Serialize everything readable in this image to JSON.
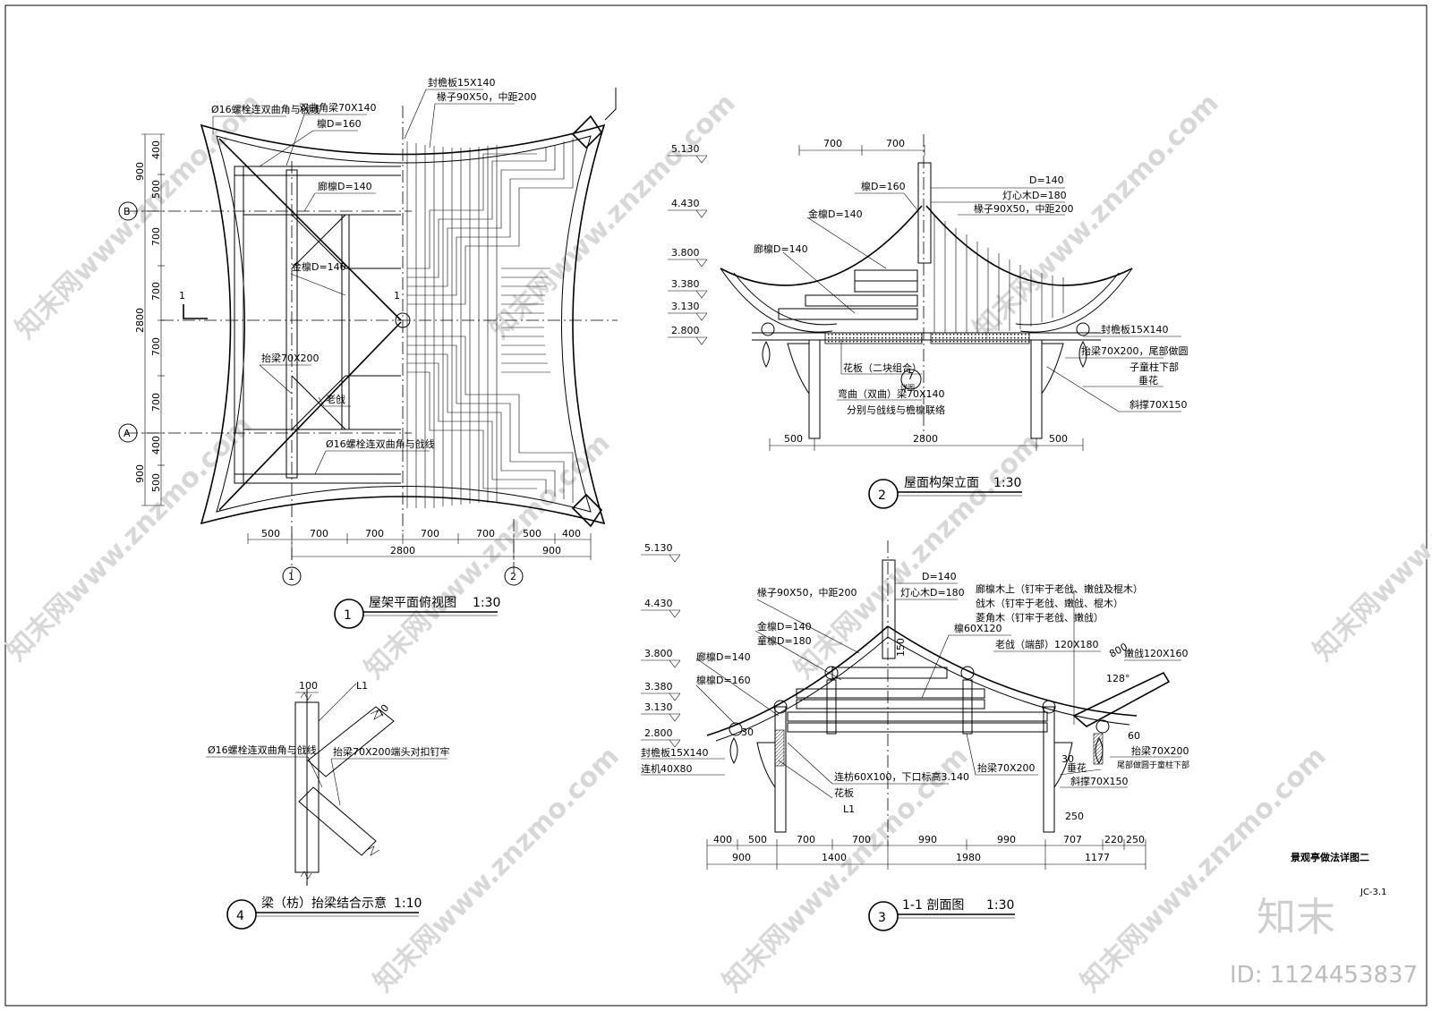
{
  "sheet": {
    "title": "景观亭做法详图二",
    "code": "JC-3.1",
    "watermark_brand": "知末",
    "watermark_site": "知末网www.znzmo.com",
    "id_text": "ID: 1124453837"
  },
  "drawings": [
    {
      "number": "1",
      "title": "屋架平面俯视图",
      "scale": "1:30",
      "labels": {
        "bolt_top": "Ø16螺栓连双曲角与戗线",
        "corner_beam": "双曲角梁70X140",
        "purlin160": "檩D=160",
        "fascia": "封檐板15X140",
        "rafter": "椽子90X50，中距200",
        "purlin140": "廊檩D=140",
        "gold_purlin": "金檩D=140",
        "beam": "抬梁70X200",
        "old_gang": "老戗",
        "bolt_bottom": "Ø16螺栓连双曲角与戗线",
        "section_mark": "1",
        "center_mark": "1"
      },
      "axes": {
        "B": "B",
        "A": "A",
        "one": "1",
        "two": "2"
      },
      "dims_bottom": [
        "500",
        "700",
        "700",
        "700",
        "700",
        "500",
        "400"
      ],
      "dims_total": [
        "2800",
        "900"
      ],
      "dims_left": [
        "400",
        "500",
        "700",
        "700",
        "700",
        "700",
        "400",
        "500"
      ],
      "dims_left_total": [
        "900",
        "2800",
        "900"
      ]
    },
    {
      "number": "2",
      "title": "屋面构架立面",
      "scale": "1:30",
      "levels": [
        "5.130",
        "4.430",
        "3.800",
        "3.380",
        "3.130",
        "2.800"
      ],
      "dims_top": [
        "700",
        "700"
      ],
      "dims_bottom": [
        "500",
        "2800",
        "500"
      ],
      "labels": {
        "d140": "D=140",
        "purlin160": "檩D=160",
        "lamp_core": "灯心木D=180",
        "gold_purlin": "金檩D=140",
        "rafter": "椽子90X50，中距200",
        "corridor_purlin": "廊檩D=140",
        "fascia": "封檐板15X140",
        "beam": "抬梁70X200，尾部做圆",
        "post_bottom": "子童柱下部",
        "hanging_flower": "垂花",
        "brace": "斜撑70X150",
        "flower_board": "花板（二块组合）",
        "curved_beam": "弯曲（双曲）梁70X140",
        "note": "分别与戗线与檐檩联络",
        "detail_num": "7",
        "detail_ref": "详图"
      }
    },
    {
      "number": "3",
      "title": "1-1 剖面图",
      "scale": "1:30",
      "levels": [
        "5.130",
        "4.430",
        "3.800",
        "3.380",
        "3.130",
        "2.800"
      ],
      "dims_bottom": [
        "400",
        "500",
        "700",
        "700",
        "990",
        "990",
        "707",
        "220",
        "250"
      ],
      "dims_total": [
        "900",
        "1400",
        "1980",
        "1177"
      ],
      "labels": {
        "d140": "D=140",
        "rafter": "椽子90X50，中距200",
        "lamp_core": "灯心木D=180",
        "note1": "廊檩木上（钉牢于老戗、嫩戗及棍木）",
        "note2": "戗木（钉牢于老戗、嫩戗、棍木）",
        "note3": "菱角木（钉牢于老戗、嫩戗）",
        "gold_purlin": "金檩D=140",
        "lamp_purlin": "童檩D=180",
        "purlin_60": "檩60X120",
        "dim_800": "800",
        "corridor_purlin": "廊檩D=140",
        "old_gang": "老戗（端部）120X180",
        "tender_gang": "嫩戗120X160",
        "purlin160": "檩檩D=160",
        "angle": "128°",
        "fascia": "封檐板15X140",
        "tie": "连机40X80",
        "beam_tie": "连枋60X100，下口标高3.140",
        "hua": "花板",
        "L1": "L1",
        "beam": "抬梁70X200",
        "beam_right": "抬梁70X200",
        "post_bottom": "尾部做圆于童柱下部",
        "hanging_flower": "垂花",
        "brace": "斜撑70X150",
        "d30a": "30",
        "d30b": "30",
        "d60": "60",
        "d250": "250",
        "d150": "150"
      }
    },
    {
      "number": "4",
      "title": "梁（枋）抬梁结合示意",
      "scale": "1:10",
      "labels": {
        "d100": "100",
        "L1": "L1",
        "d70": "70",
        "bolt": "Ø16螺栓连双曲角与戗线",
        "beam": "抬梁70X200端头对扣钉牢"
      }
    }
  ]
}
